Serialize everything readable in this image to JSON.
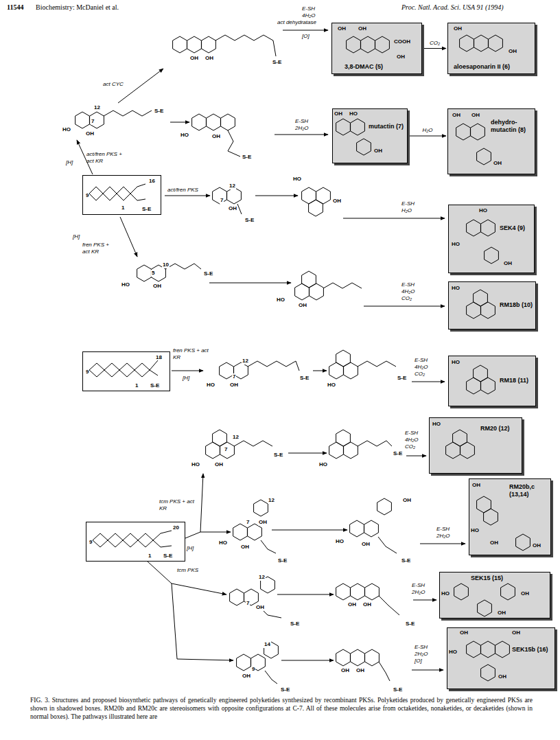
{
  "diagram": {
    "caption": "FIG. 3. Structures and proposed biosynthetic pathways of genetically engineered polyketides synthesized by recombinant PKSs. Polyketides produced by genetically engineered PKSs are shown in shadowed boxes. RM20b and RM20c are stereoisomers with opposite configurations at C-7. All of these molecules arise from octaketides, nonaketides, or decaketides (shown in normal boxes). The pathways illustrated here are",
    "nodes": [
      {
        "text": [
          "OH",
          "OH",
          "COOH",
          "OH",
          "3,8-DMAC (5)"
        ]
      },
      {
        "text": [
          "OH",
          "OH",
          "aloesaponarin II (6)"
        ]
      },
      {
        "text": [
          "OH",
          "HO",
          "mutactin (7)",
          "OH"
        ]
      },
      {
        "text": [
          "OH",
          "OH",
          "dehydro- mutactin (8)",
          "OH"
        ]
      },
      {
        "text": [
          "16",
          "9",
          "1",
          "S-E"
        ]
      },
      {
        "text": [
          "HO",
          "HO",
          "SEK4 (9)",
          "OH"
        ]
      },
      {
        "text": [
          "HO",
          "RM18b (10)"
        ]
      },
      {
        "text": [
          "18",
          "9",
          "1",
          "S-E"
        ]
      },
      {
        "text": [
          "HO",
          "RM18 (11)"
        ]
      },
      {
        "text": [
          "HO",
          "RM20 (12)"
        ]
      },
      {
        "text": [
          "OH",
          "RM20b,c (13,14)",
          "HO",
          "OH",
          "OH"
        ]
      },
      {
        "text": [
          "20",
          "9",
          "1",
          "S-E"
        ]
      },
      {
        "text": [
          "SEK15 (15)",
          "HO",
          "OH",
          "OH"
        ]
      },
      {
        "text": [
          "OH",
          "OH",
          "HO",
          "SEK15b (16)",
          "OH"
        ]
      }
    ],
    "edges": [
      {
        "from": 0,
        "to": 1,
        "label": "CO₂",
        "arrow": "to"
      },
      {
        "from": 2,
        "to": 3,
        "label": "H₂O",
        "arrow": "to"
      }
    ],
    "labels": [
      "11544",
      "Biochemistry: McDaniel et al.",
      "Proc. Natl. Acad. Sci. USA 91 (1994)",
      "E-SH 4H₂O",
      "act dehydratase",
      "[O]",
      "act CYC",
      "OH",
      "OH",
      "S-E",
      "12",
      "7",
      "HO",
      "OH",
      "S-E",
      "act/fren PKS + act KR",
      "[H]",
      "HO",
      "OH",
      "S-E",
      "E-SH 2H₂O",
      "act/fren PKS",
      "12",
      "7",
      "OH",
      "S-E",
      "HO",
      "OH",
      "E-SH H₂O",
      "fren PKS + act KR",
      "[H]",
      "10",
      "5",
      "HO",
      "OH",
      "S-E",
      "HO",
      "OH",
      "E-SH 4H₂O CO₂",
      "fren PKS + act KR",
      "[H]",
      "12",
      "7",
      "HO",
      "OH",
      "S-E",
      "HO",
      "S-E",
      "E-SH 4H₂O CO₂",
      "12",
      "7",
      "HO",
      "OH",
      "S-E",
      "HO",
      "S-E",
      "E-SH 4H₂O CO₂",
      "tcm PKS + act KR",
      "[H]",
      "12",
      "7",
      "OH",
      "HO",
      "OH",
      "S-E",
      "OH",
      "HO",
      "OH",
      "S-E",
      "E-SH 2H₂O",
      "tcm PKS",
      "12",
      "7",
      "OH",
      "S-E",
      "OH",
      "OH",
      "S-E",
      "E-SH 2H₂O",
      "14",
      "9",
      "OH",
      "S-E",
      "OH",
      "OH",
      "S-E",
      "E-SH 2H₂O [O]"
    ]
  }
}
